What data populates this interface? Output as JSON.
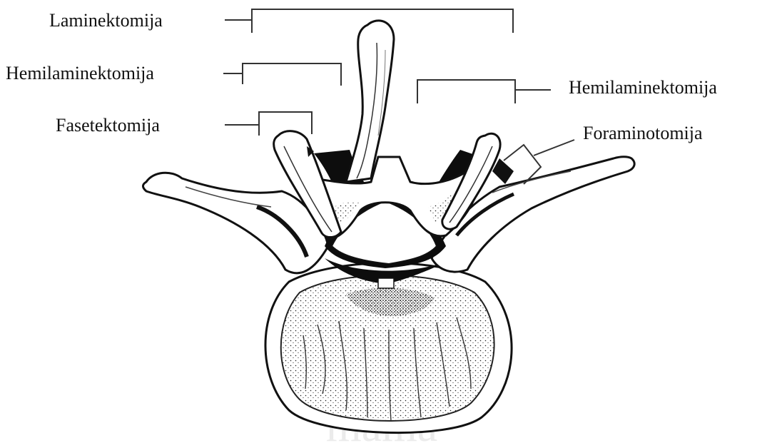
{
  "labels": {
    "laminectomy": "Laminektomija",
    "hemilaminectomy_left": "Hemilaminektomija",
    "facetectomy": "Fasetektomija",
    "hemilaminectomy_right": "Hemilaminektomija",
    "foraminotomy": "Foraminotomija"
  },
  "watermark": "mama",
  "colors": {
    "line": "#1a1a1a",
    "bone_fill": "#ffffff",
    "shadow": "#0d0d0d",
    "watermark": "#e6e6e6"
  }
}
